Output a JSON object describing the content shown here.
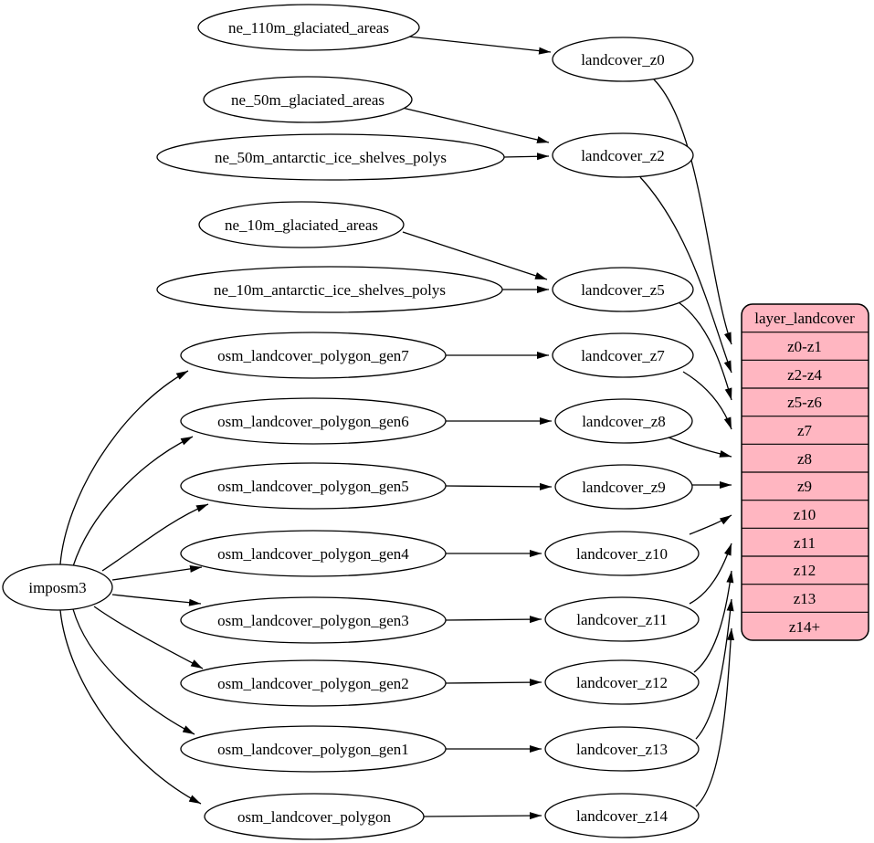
{
  "diagram": {
    "type": "dependency-graph",
    "colors": {
      "background": "#ffffff",
      "node_fill": "#ffffff",
      "stroke": "#000000",
      "table_fill": "#ffb6c1"
    }
  },
  "nodes": {
    "imposm3": {
      "label": "imposm3"
    },
    "ne_110m_glaciated_areas": {
      "label": "ne_110m_glaciated_areas"
    },
    "ne_50m_glaciated_areas": {
      "label": "ne_50m_glaciated_areas"
    },
    "ne_50m_antarctic_ice_shelves_polys": {
      "label": "ne_50m_antarctic_ice_shelves_polys"
    },
    "ne_10m_glaciated_areas": {
      "label": "ne_10m_glaciated_areas"
    },
    "ne_10m_antarctic_ice_shelves_polys": {
      "label": "ne_10m_antarctic_ice_shelves_polys"
    },
    "osm_landcover_polygon_gen7": {
      "label": "osm_landcover_polygon_gen7"
    },
    "osm_landcover_polygon_gen6": {
      "label": "osm_landcover_polygon_gen6"
    },
    "osm_landcover_polygon_gen5": {
      "label": "osm_landcover_polygon_gen5"
    },
    "osm_landcover_polygon_gen4": {
      "label": "osm_landcover_polygon_gen4"
    },
    "osm_landcover_polygon_gen3": {
      "label": "osm_landcover_polygon_gen3"
    },
    "osm_landcover_polygon_gen2": {
      "label": "osm_landcover_polygon_gen2"
    },
    "osm_landcover_polygon_gen1": {
      "label": "osm_landcover_polygon_gen1"
    },
    "osm_landcover_polygon": {
      "label": "osm_landcover_polygon"
    },
    "landcover_z0": {
      "label": "landcover_z0"
    },
    "landcover_z2": {
      "label": "landcover_z2"
    },
    "landcover_z5": {
      "label": "landcover_z5"
    },
    "landcover_z7": {
      "label": "landcover_z7"
    },
    "landcover_z8": {
      "label": "landcover_z8"
    },
    "landcover_z9": {
      "label": "landcover_z9"
    },
    "landcover_z10": {
      "label": "landcover_z10"
    },
    "landcover_z11": {
      "label": "landcover_z11"
    },
    "landcover_z12": {
      "label": "landcover_z12"
    },
    "landcover_z13": {
      "label": "landcover_z13"
    },
    "landcover_z14": {
      "label": "landcover_z14"
    }
  },
  "table": {
    "title": "layer_landcover",
    "rows": [
      "z0-z1",
      "z2-z4",
      "z5-z6",
      "z7",
      "z8",
      "z9",
      "z10",
      "z11",
      "z12",
      "z13",
      "z14+"
    ]
  },
  "edges": [
    {
      "from": "ne_110m_glaciated_areas",
      "to": "landcover_z0"
    },
    {
      "from": "ne_50m_glaciated_areas",
      "to": "landcover_z2"
    },
    {
      "from": "ne_50m_antarctic_ice_shelves_polys",
      "to": "landcover_z2"
    },
    {
      "from": "ne_10m_glaciated_areas",
      "to": "landcover_z5"
    },
    {
      "from": "ne_10m_antarctic_ice_shelves_polys",
      "to": "landcover_z5"
    },
    {
      "from": "osm_landcover_polygon_gen7",
      "to": "landcover_z7"
    },
    {
      "from": "osm_landcover_polygon_gen6",
      "to": "landcover_z8"
    },
    {
      "from": "osm_landcover_polygon_gen5",
      "to": "landcover_z9"
    },
    {
      "from": "osm_landcover_polygon_gen4",
      "to": "landcover_z10"
    },
    {
      "from": "osm_landcover_polygon_gen3",
      "to": "landcover_z11"
    },
    {
      "from": "osm_landcover_polygon_gen2",
      "to": "landcover_z12"
    },
    {
      "from": "osm_landcover_polygon_gen1",
      "to": "landcover_z13"
    },
    {
      "from": "osm_landcover_polygon",
      "to": "landcover_z14"
    },
    {
      "from": "imposm3",
      "to": "osm_landcover_polygon_gen7"
    },
    {
      "from": "imposm3",
      "to": "osm_landcover_polygon_gen6"
    },
    {
      "from": "imposm3",
      "to": "osm_landcover_polygon_gen5"
    },
    {
      "from": "imposm3",
      "to": "osm_landcover_polygon_gen4"
    },
    {
      "from": "imposm3",
      "to": "osm_landcover_polygon_gen3"
    },
    {
      "from": "imposm3",
      "to": "osm_landcover_polygon_gen2"
    },
    {
      "from": "imposm3",
      "to": "osm_landcover_polygon_gen1"
    },
    {
      "from": "imposm3",
      "to": "osm_landcover_polygon"
    },
    {
      "from": "landcover_z0",
      "to": "layer_landcover.z0-z1"
    },
    {
      "from": "landcover_z2",
      "to": "layer_landcover.z2-z4"
    },
    {
      "from": "landcover_z5",
      "to": "layer_landcover.z5-z6"
    },
    {
      "from": "landcover_z7",
      "to": "layer_landcover.z7"
    },
    {
      "from": "landcover_z8",
      "to": "layer_landcover.z8"
    },
    {
      "from": "landcover_z9",
      "to": "layer_landcover.z9"
    },
    {
      "from": "landcover_z10",
      "to": "layer_landcover.z10"
    },
    {
      "from": "landcover_z11",
      "to": "layer_landcover.z11"
    },
    {
      "from": "landcover_z12",
      "to": "layer_landcover.z12"
    },
    {
      "from": "landcover_z13",
      "to": "layer_landcover.z13"
    },
    {
      "from": "landcover_z14",
      "to": "layer_landcover.z14+"
    }
  ]
}
